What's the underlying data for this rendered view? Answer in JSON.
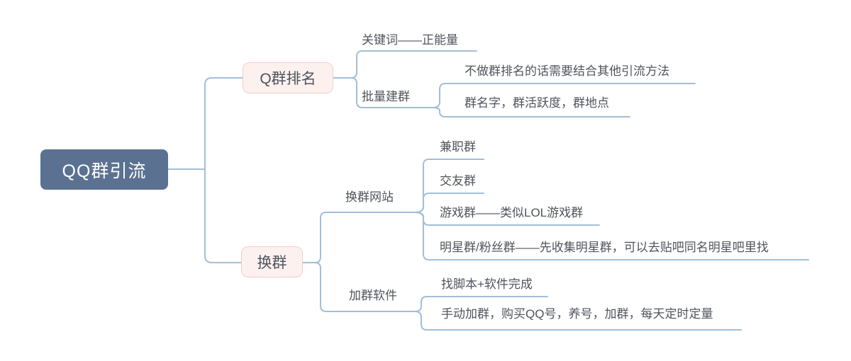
{
  "diagram": {
    "type": "mind-map",
    "root": {
      "label": "QQ群引流"
    },
    "branches": [
      {
        "label": "Q群排名",
        "children": [
          {
            "label": "关键词——正能量"
          },
          {
            "label": "批量建群",
            "children": [
              {
                "label": "不做群排名的话需要结合其他引流方法"
              },
              {
                "label": "群名字，群活跃度，群地点"
              }
            ]
          }
        ]
      },
      {
        "label": "换群",
        "children": [
          {
            "label": "换群网站",
            "children": [
              {
                "label": "兼职群"
              },
              {
                "label": "交友群"
              },
              {
                "label": "游戏群——类似LOL游戏群"
              },
              {
                "label": "明星群/粉丝群——先收集明星群，可以去贴吧同名明星吧里找"
              }
            ]
          },
          {
            "label": "加群软件",
            "children": [
              {
                "label": "找脚本+软件完成"
              },
              {
                "label": "手动加群，购买QQ号，养号，加群，每天定时定量"
              }
            ]
          }
        ]
      }
    ],
    "colors": {
      "root_fill": "#5b7191",
      "root_text": "#ffffff",
      "branch_fill": "#fdf1f0",
      "branch_border": "#f3cdc9",
      "connector": "#a3bed9",
      "label_text": "#4f545c",
      "background": "#ffffff"
    }
  }
}
